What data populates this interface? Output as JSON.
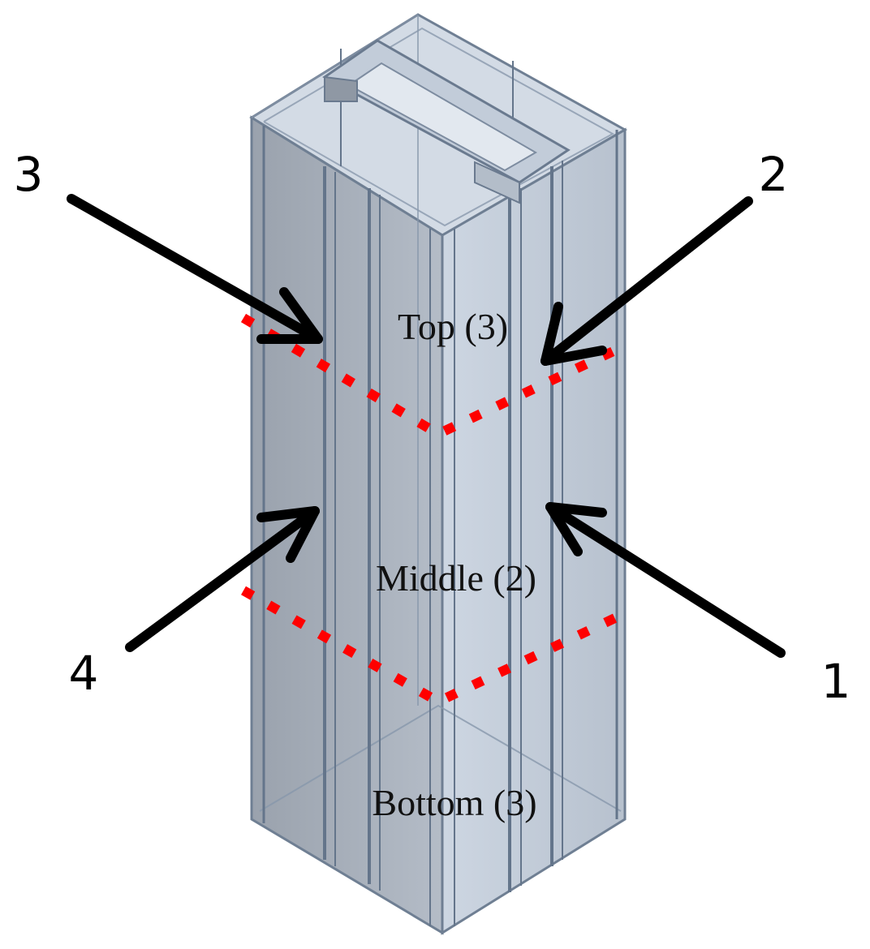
{
  "diagram": {
    "zones": {
      "top": "Top (3)",
      "middle": "Middle (2)",
      "bottom": "Bottom (3)"
    },
    "directions": {
      "d1": "1",
      "d2": "2",
      "d3": "3",
      "d4": "4"
    },
    "colors": {
      "face_left": "#a3aab4",
      "face_right": "#c6cfdb",
      "face_top": "#d3dbe5",
      "edge": "#6f7f93",
      "arrow": "#000000",
      "boundary": "#ff0000"
    }
  }
}
